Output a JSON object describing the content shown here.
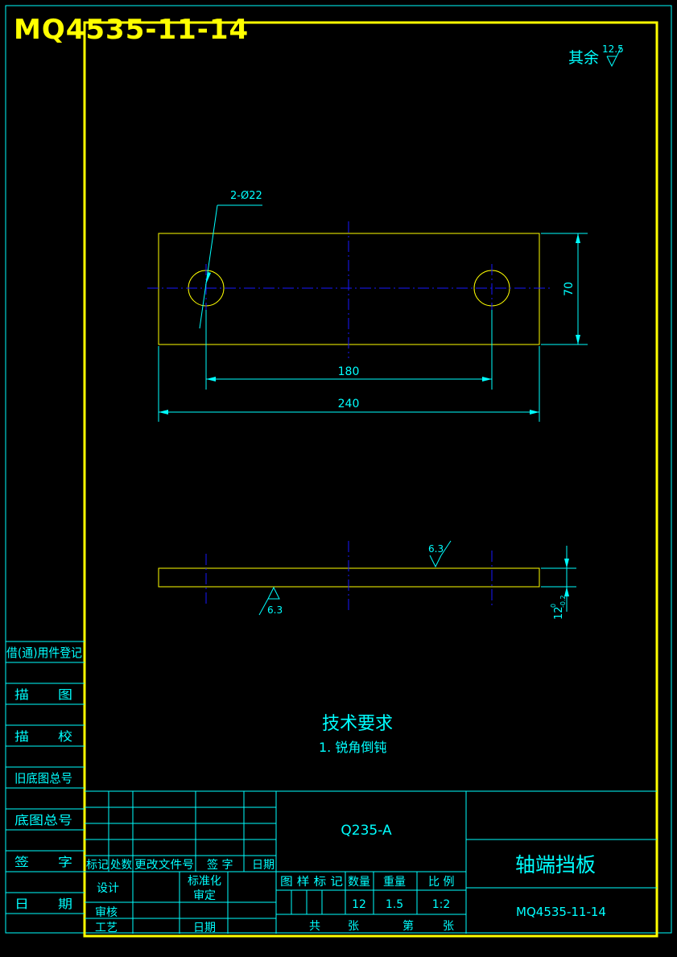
{
  "drawing_number_banner": "MQ4535-11-14",
  "surface_finish": {
    "rest_label": "其余",
    "rest_value": "12.5",
    "top_value": "6.3",
    "bottom_value": "6.3"
  },
  "dimensions": {
    "holes": "2-Ø22",
    "hole_spacing": "180",
    "length": "240",
    "width": "70",
    "thickness": "12",
    "thickness_tol_upper": "0",
    "thickness_tol_lower": "-0.2"
  },
  "technical_requirements": {
    "title": "技术要求",
    "item_1": "1. 锐角倒钝"
  },
  "side_register": [
    "借(通)用件登记",
    "描　　图",
    "描　　校",
    "旧底图总号",
    "底图总号",
    "签　　字",
    "日　　期"
  ],
  "title_block": {
    "material": "Q235-A",
    "part_name": "轴端挡板",
    "drawing_number": "MQ4535-11-14",
    "revision_headers": [
      "标记",
      "处数",
      "更改文件号",
      "签 字",
      "日期"
    ],
    "design": "设计",
    "standardization": "标准化",
    "review": "审核",
    "approval": "审定",
    "process": "工艺",
    "date": "日期",
    "stage_marks": "图 样 标 记",
    "quantity_label": "数量",
    "weight_label": "重量",
    "scale_label": "比 例",
    "quantity": "12",
    "weight": "1.5",
    "scale": "1:2",
    "total_label": "共",
    "sheets_label": "张",
    "sheet_label": "第",
    "sheet_unit": "张"
  },
  "colors": {
    "background": "#000000",
    "frame": "#ffff00",
    "lines": "#00ffff",
    "centerline": "#1818ff"
  }
}
